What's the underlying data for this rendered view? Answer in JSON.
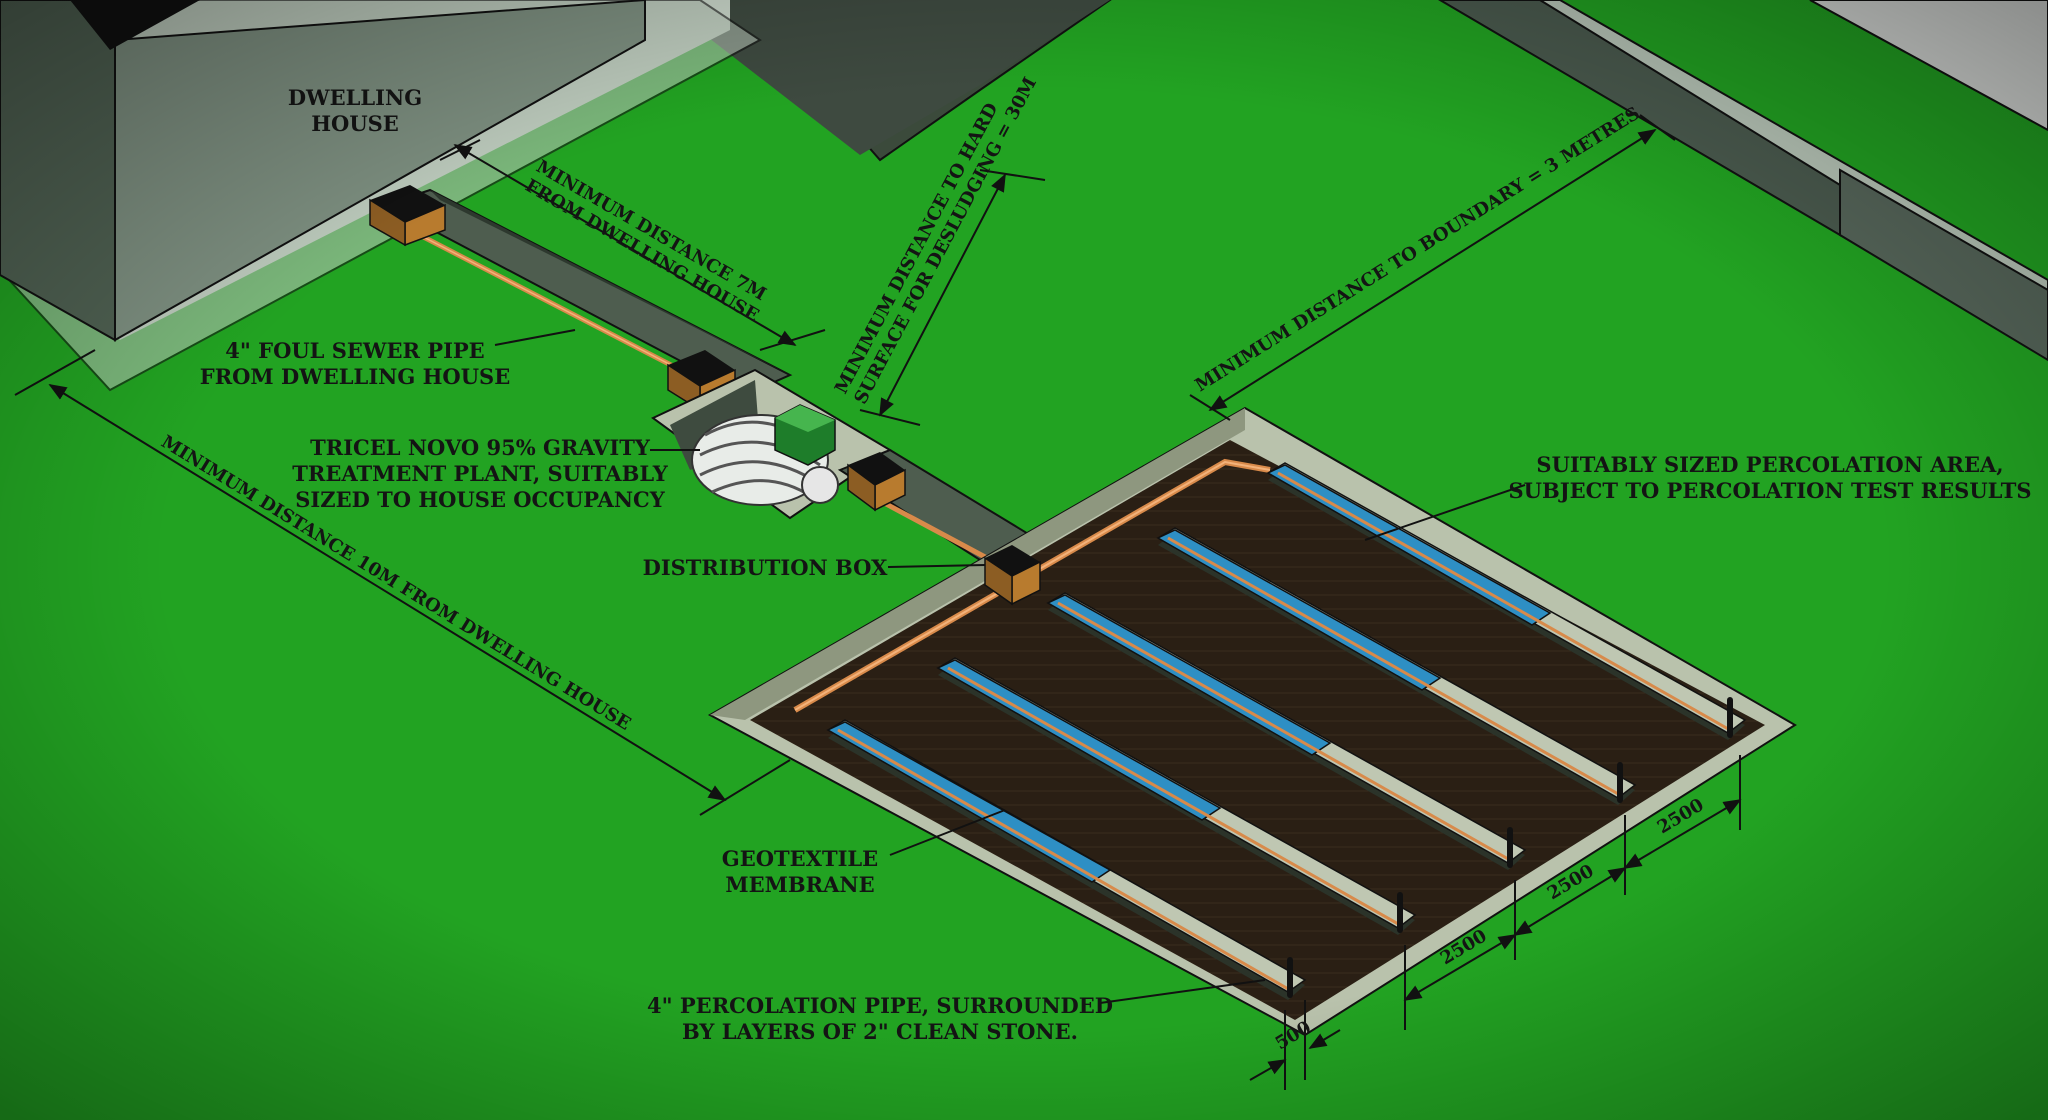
{
  "labels": {
    "dwelling": [
      "DWELLING",
      "HOUSE"
    ],
    "sewer_pipe": [
      "4\" FOUL SEWER PIPE",
      "FROM DWELLING HOUSE"
    ],
    "treatment_plant": [
      "TRICEL NOVO 95% GRAVITY",
      "TREATMENT PLANT, SUITABLY",
      "SIZED TO HOUSE OCCUPANCY"
    ],
    "distribution_box": "DISTRIBUTION BOX",
    "percolation_area": [
      "SUITABLY SIZED PERCOLATION AREA,",
      "SUBJECT TO PERCOLATION TEST RESULTS"
    ],
    "geotextile": [
      "GEOTEXTILE",
      "MEMBRANE"
    ],
    "perc_pipe": [
      "4\" PERCOLATION PIPE, SURROUNDED",
      "BY LAYERS OF 2\" CLEAN STONE."
    ]
  },
  "dimensions": {
    "min_7m": [
      "MINIMUM DISTANCE 7M",
      "FROM DWELLING HOUSE"
    ],
    "min_10m": "MINIMUM DISTANCE 10M FROM DWELLING HOUSE",
    "hard_surface": [
      "MINIMUM DISTANCE TO HARD",
      "SURFACE FOR DESLUDGING = 30M"
    ],
    "boundary": "MINIMUM DISTANCE TO BOUNDARY = 3 METRES",
    "spacing": [
      "2500",
      "2500",
      "2500"
    ],
    "trench_width": "500"
  },
  "colors": {
    "grass": "#22a322",
    "membrane": "#2e8fc4",
    "pipe": "#d88a4a",
    "soil": "#2a1f14"
  }
}
